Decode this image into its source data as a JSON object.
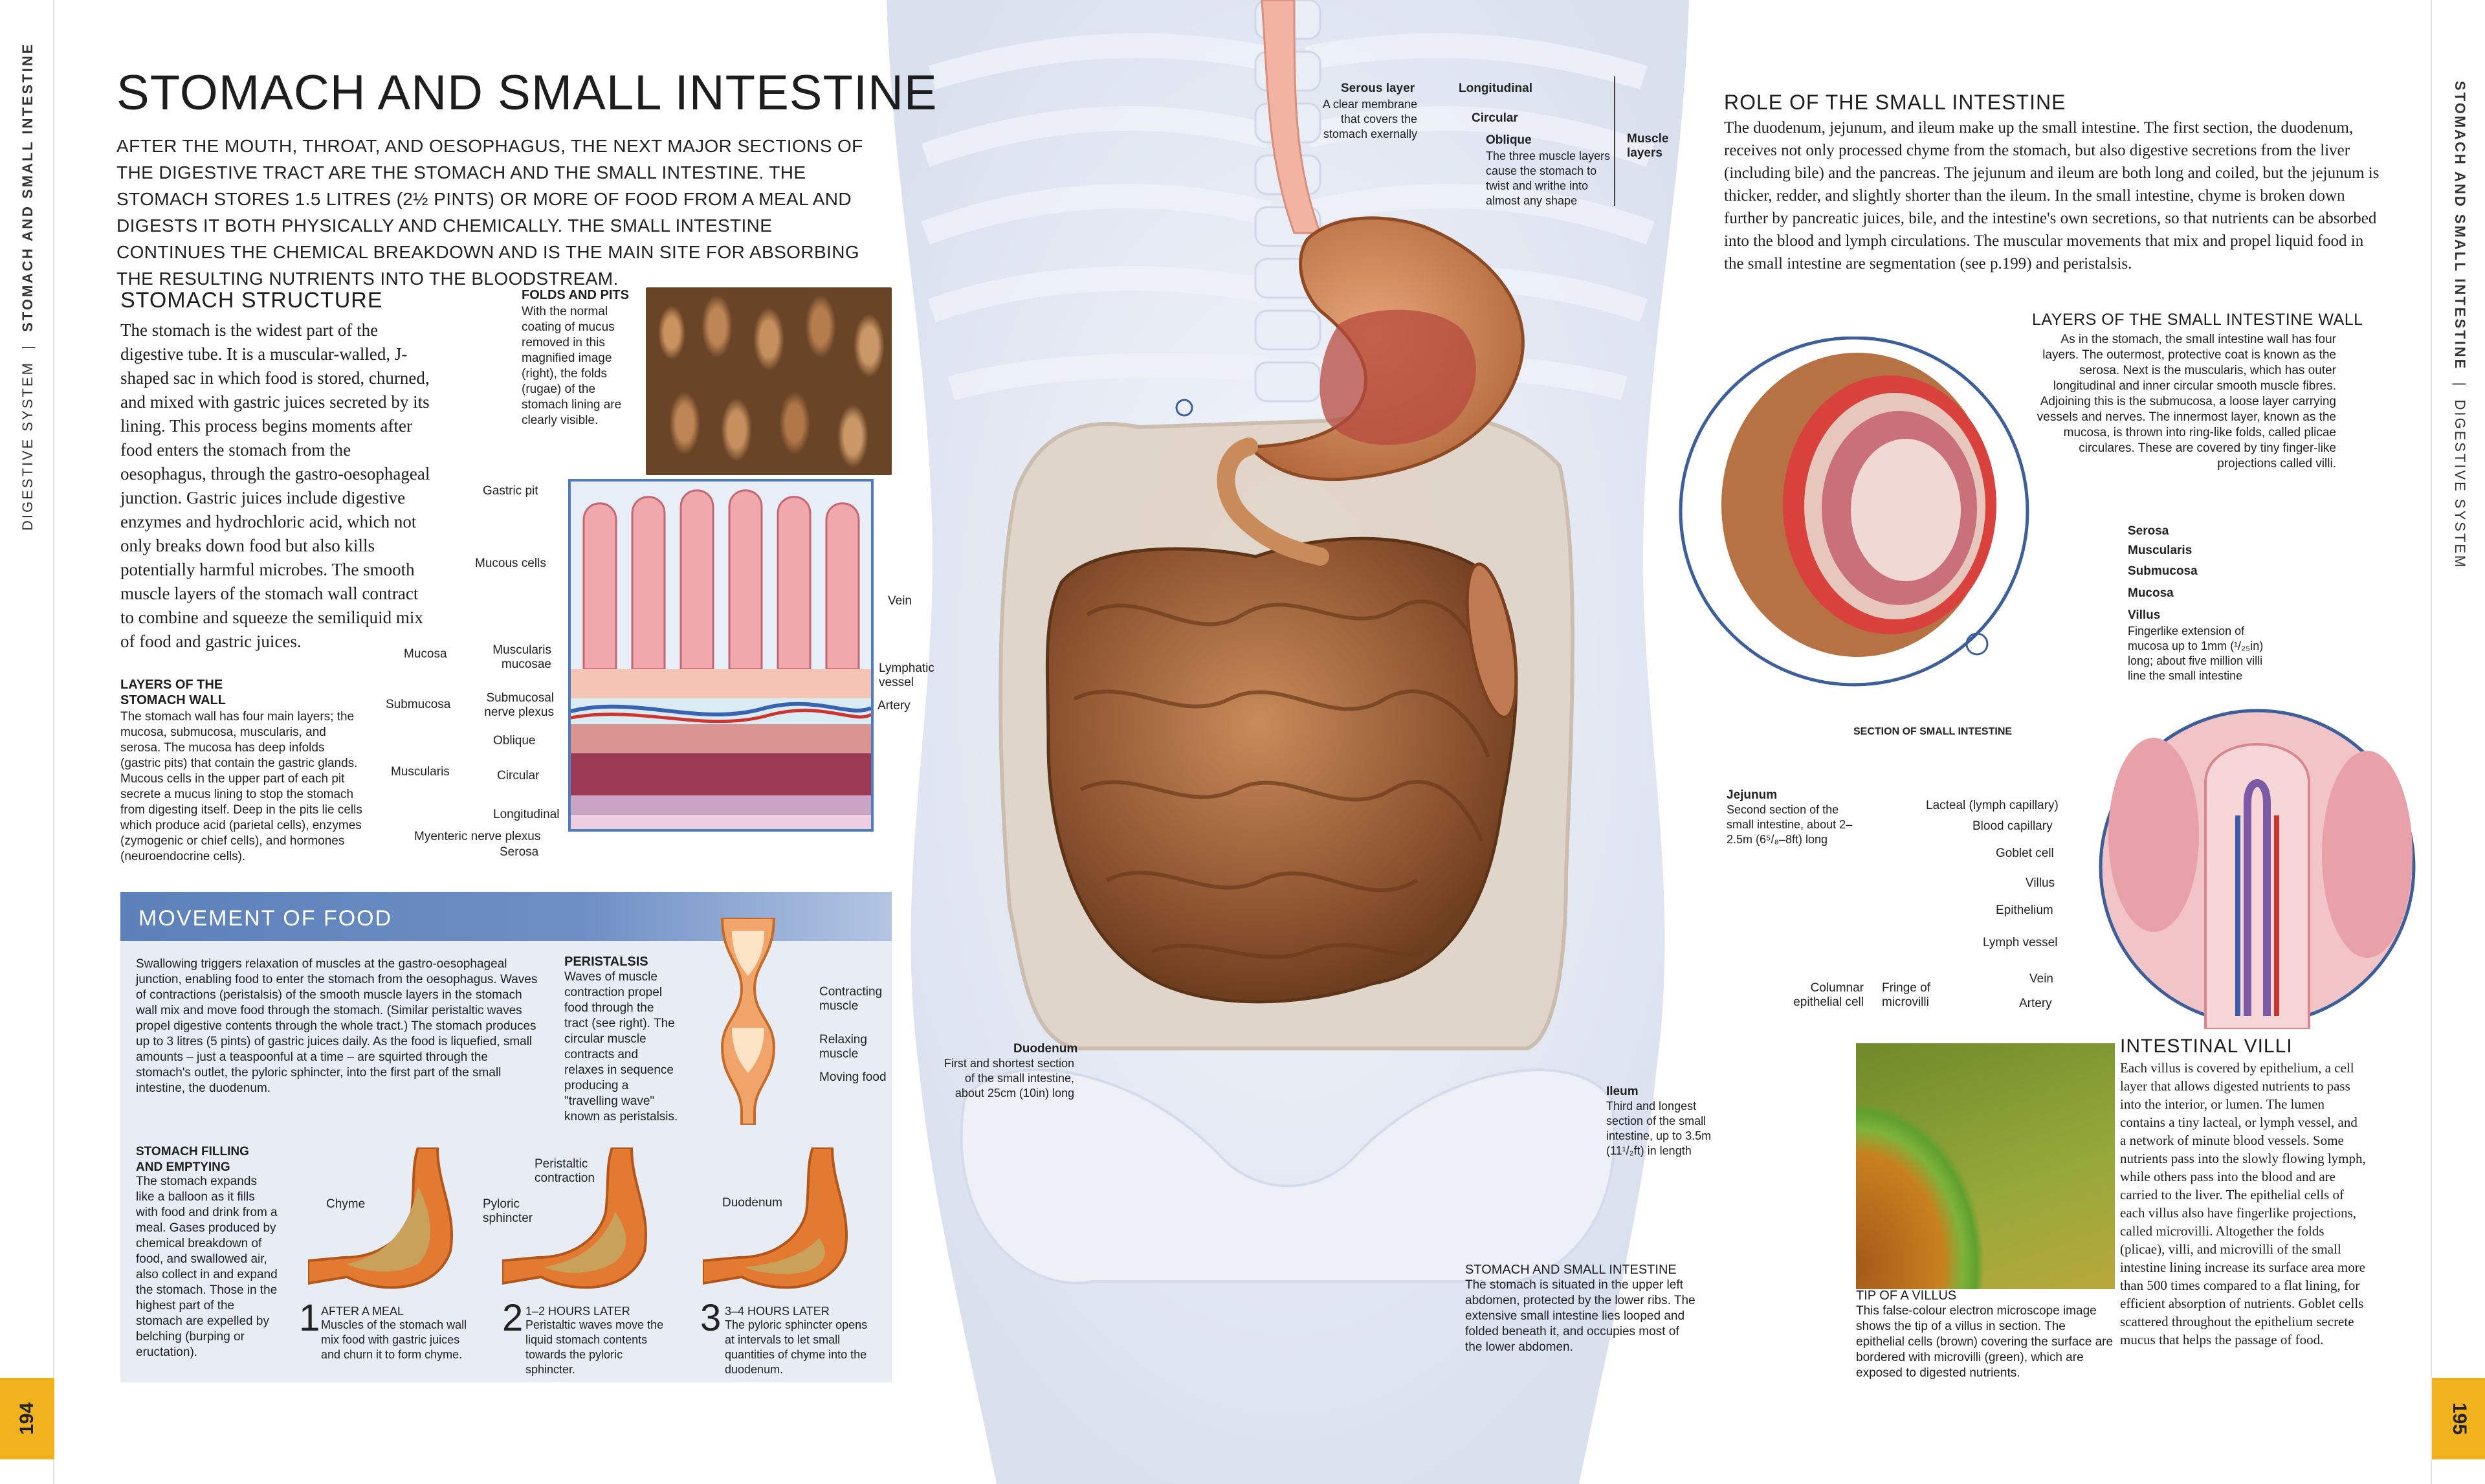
{
  "page": {
    "left_number": "194",
    "right_number": "195"
  },
  "running_head": {
    "left_section": "DIGESTIVE SYSTEM",
    "left_topic": "STOMACH AND SMALL INTESTINE",
    "right_topic": "STOMACH AND SMALL INTESTINE",
    "right_section": "DIGESTIVE SYSTEM",
    "separator": "|"
  },
  "title": "STOMACH AND SMALL INTESTINE",
  "intro": "AFTER THE MOUTH, THROAT, AND OESOPHAGUS, THE NEXT MAJOR SECTIONS OF THE DIGESTIVE TRACT ARE THE STOMACH AND THE SMALL INTESTINE. THE STOMACH STORES 1.5 LITRES (2½ PINTS) OR MORE OF FOOD FROM A MEAL AND DIGESTS IT BOTH PHYSICALLY AND CHEMICALLY. THE SMALL INTESTINE CONTINUES THE CHEMICAL BREAKDOWN AND IS THE MAIN SITE FOR ABSORBING THE RESULTING NUTRIENTS INTO THE BLOODSTREAM.",
  "stomach_structure": {
    "heading": "STOMACH STRUCTURE",
    "body": "The stomach is the widest part of the digestive tube. It is a muscular-walled, J-shaped sac in which food is stored, churned, and mixed with gastric juices secreted by its lining. This process begins moments after food enters the stomach from the oesophagus, through the gastro-oesophageal junction. Gastric juices include digestive enzymes and hydrochloric acid, which not only breaks down food but also kills potentially harmful microbes. The smooth muscle layers of the stomach wall contract to combine and squeeze the semiliquid mix of food and gastric juices."
  },
  "folds": {
    "title": "FOLDS AND PITS",
    "text": "With the normal coating of mucus removed in this magnified image (right), the folds (rugae) of the stomach lining are clearly visible."
  },
  "wall_layers": {
    "title": "LAYERS OF THE STOMACH WALL",
    "text": "The stomach wall has four main layers; the mucosa, submucosa, muscularis, and serosa. The mucosa has deep infolds (gastric pits) that contain the gastric glands. Mucous cells in the upper part of each pit secrete a mucus lining to stop the stomach from digesting itself. Deep in the pits lie cells which produce acid (parietal cells), enzymes (zymogenic or chief cells), and hormones (neuroendocrine cells)."
  },
  "wall_labels": {
    "gastric_pit": "Gastric pit",
    "mucous_cells": "Mucous cells",
    "mucosa": "Mucosa",
    "muscularis_mucosae": "Muscularis mucosae",
    "submucosa": "Submucosa",
    "submucosal_plexus": "Submucosal nerve plexus",
    "oblique": "Oblique",
    "muscularis": "Muscularis",
    "circular": "Circular",
    "longitudinal": "Longitudinal",
    "myenteric": "Myenteric nerve plexus",
    "serosa": "Serosa",
    "vein": "Vein",
    "lymphatic": "Lymphatic vessel",
    "artery": "Artery"
  },
  "stomach_labels": {
    "serous_title": "Serous layer",
    "serous_text": "A clear membrane that covers the stomach exernally",
    "longitudinal": "Longitudinal",
    "circular": "Circular",
    "oblique_title": "Oblique",
    "oblique_text": "The three muscle layers cause the stomach to twist and writhe into almost any shape",
    "muscle_layers": "Muscle layers"
  },
  "role": {
    "heading": "ROLE OF THE SMALL INTESTINE",
    "body": "The duodenum, jejunum, and ileum make up the small intestine. The first section, the duodenum, receives not only processed chyme from the stomach, but also digestive secretions from the liver (including bile) and the pancreas. The jejunum and ileum are both long and coiled, but the jejunum is thicker, redder, and slightly shorter than the ileum. In the small intestine, chyme is broken down further by pancreatic juices, bile, and the intestine's own secretions, so that nutrients can be absorbed into the blood and lymph circulations. The muscular movements that mix and propel liquid food in the small intestine are segmentation (see p.199) and peristalsis."
  },
  "si_wall": {
    "heading": "LAYERS OF THE SMALL INTESTINE WALL",
    "body": "As in the stomach, the small intestine wall has four layers. The outermost, protective coat is known as the serosa. Next is the muscularis, which has outer longitudinal and inner circular smooth muscle fibres. Adjoining this is the submucosa, a loose layer carrying vessels and nerves. The innermost layer, known as the mucosa, is thrown into ring-like folds, called plicae circulares. These are covered by tiny finger-like projections called villi.",
    "serosa": "Serosa",
    "muscularis": "Muscularis",
    "submucosa": "Submucosa",
    "mucosa": "Mucosa",
    "villi_title": "Villus",
    "villi_text": "Fingerlike extension of mucosa up to 1mm (¹/₂₅in) long; about five million villi line the small intestine",
    "section_caption": "SECTION OF SMALL INTESTINE"
  },
  "villus_labels": {
    "lacteal": "Lacteal (lymph capillary)",
    "blood_capillary": "Blood capillary",
    "goblet": "Goblet cell",
    "villus": "Villus",
    "epithelium": "Epithelium",
    "lymph_vessel": "Lymph vessel",
    "vein": "Vein",
    "artery": "Artery"
  },
  "organs": {
    "jejunum_title": "Jejunum",
    "jejunum_text": "Second section of the small intestine, about 2–2.5m (6⁵/₈–8ft) long",
    "duodenum_title": "Duodenum",
    "duodenum_text": "First and shortest section of the small intestine, about 25cm (10in) long",
    "ileum_title": "Ileum",
    "ileum_text": "Third and longest section of the small intestine, up to 3.5m (11¹/₂ft) in length"
  },
  "location": {
    "title": "STOMACH AND SMALL INTESTINE",
    "text": "The stomach is situated in the upper left abdomen, protected by the lower ribs. The extensive small intestine lies looped and folded beneath it, and occupies most of the lower abdomen."
  },
  "villus_tip": {
    "columnar": "Columnar epithelial cell",
    "fringe": "Fringe of microvilli",
    "title": "TIP OF A VILLUS",
    "text": "This false-colour electron microscope image shows the tip of a villus in section. The epithelial cells (brown) covering the surface are bordered with microvilli (green), which are exposed to digested nutrients."
  },
  "intestinal_villi": {
    "heading": "INTESTINAL VILLI",
    "body": "Each villus is covered by epithelium, a cell layer that allows digested nutrients to pass into the interior, or lumen. The lumen contains a tiny lacteal, or lymph vessel, and a network of minute blood vessels. Some nutrients pass into the slowly flowing lymph, while others pass into the blood and are carried to the liver. The epithelial cells of each villus also have fingerlike projections, called microvilli. Altogether the folds (plicae), villi, and microvilli of the small intestine lining increase its surface area more than 500 times compared to a flat lining, for efficient absorption of nutrients. Goblet cells scattered throughout the epithelium secrete mucus that helps the passage of food."
  },
  "movement": {
    "heading": "MOVEMENT OF FOOD",
    "body": "Swallowing triggers relaxation of muscles at the gastro-oesophageal junction, enabling food to enter the stomach from the oesophagus. Waves of contractions (peristalsis) of the smooth muscle layers in the stomach wall mix and move food through the stomach. (Similar peristaltic waves propel digestive contents through the whole tract.) The stomach produces up to 3 litres (5 pints) of gastric juices daily. As the food is liquefied, small amounts – just a teaspoonful at a time – are squirted through the stomach's outlet, the pyloric sphincter, into the first part of the small intestine, the duodenum.",
    "peristalsis_title": "PERISTALSIS",
    "peristalsis_text": "Waves of muscle contraction propel food through the tract (see right). The circular muscle contracts and relaxes in sequence producing a \"travelling wave\" known as peristalsis.",
    "contracting": "Contracting muscle",
    "relaxing": "Relaxing muscle",
    "moving": "Moving food",
    "filling_title": "STOMACH FILLING AND EMPTYING",
    "filling_text": "The stomach expands like a balloon as it fills with food and drink from a meal. Gases produced by chemical breakdown of food, and swallowed air, also collect in and expand the stomach. Those in the highest part of the stomach are expelled by belching (burping or eructation).",
    "chyme": "Chyme",
    "peristaltic": "Peristaltic contraction",
    "pyloric": "Pyloric sphincter",
    "duodenum": "Duodenum",
    "steps": [
      {
        "num": "1",
        "title": "AFTER A MEAL",
        "text": "Muscles of the stomach wall mix food with gastric juices and churn it to form chyme."
      },
      {
        "num": "2",
        "title": "1–2 HOURS LATER",
        "text": "Peristaltic waves move the liquid stomach contents towards the pyloric sphincter."
      },
      {
        "num": "3",
        "title": "3–4 HOURS LATER",
        "text": "The pyloric sphincter opens at intervals to let small quantities of chyme into the duodenum."
      }
    ]
  }
}
